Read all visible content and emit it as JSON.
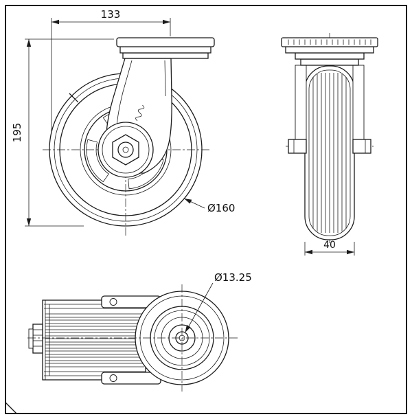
{
  "drawing": {
    "background_color": "#ffffff",
    "line_color": "#1a1a1a",
    "dimensions": {
      "overall_width": "133",
      "overall_height": "195",
      "wheel_diameter": "Ø160",
      "wheel_width": "40",
      "bolt_hole_diameter": "Ø13.25"
    }
  }
}
